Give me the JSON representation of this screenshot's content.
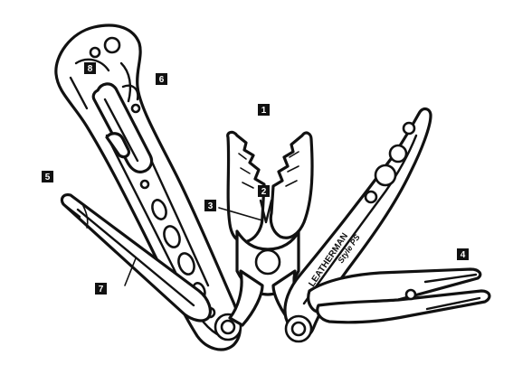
{
  "diagram": {
    "brand_text": "LEATHERMAN",
    "model_text": "Style PS",
    "callouts": [
      {
        "id": "1",
        "label": "1"
      },
      {
        "id": "2",
        "label": "2"
      },
      {
        "id": "3",
        "label": "3"
      },
      {
        "id": "4",
        "label": "4"
      },
      {
        "id": "5",
        "label": "5"
      },
      {
        "id": "6",
        "label": "6"
      },
      {
        "id": "7",
        "label": "7"
      },
      {
        "id": "8",
        "label": "8"
      }
    ]
  }
}
